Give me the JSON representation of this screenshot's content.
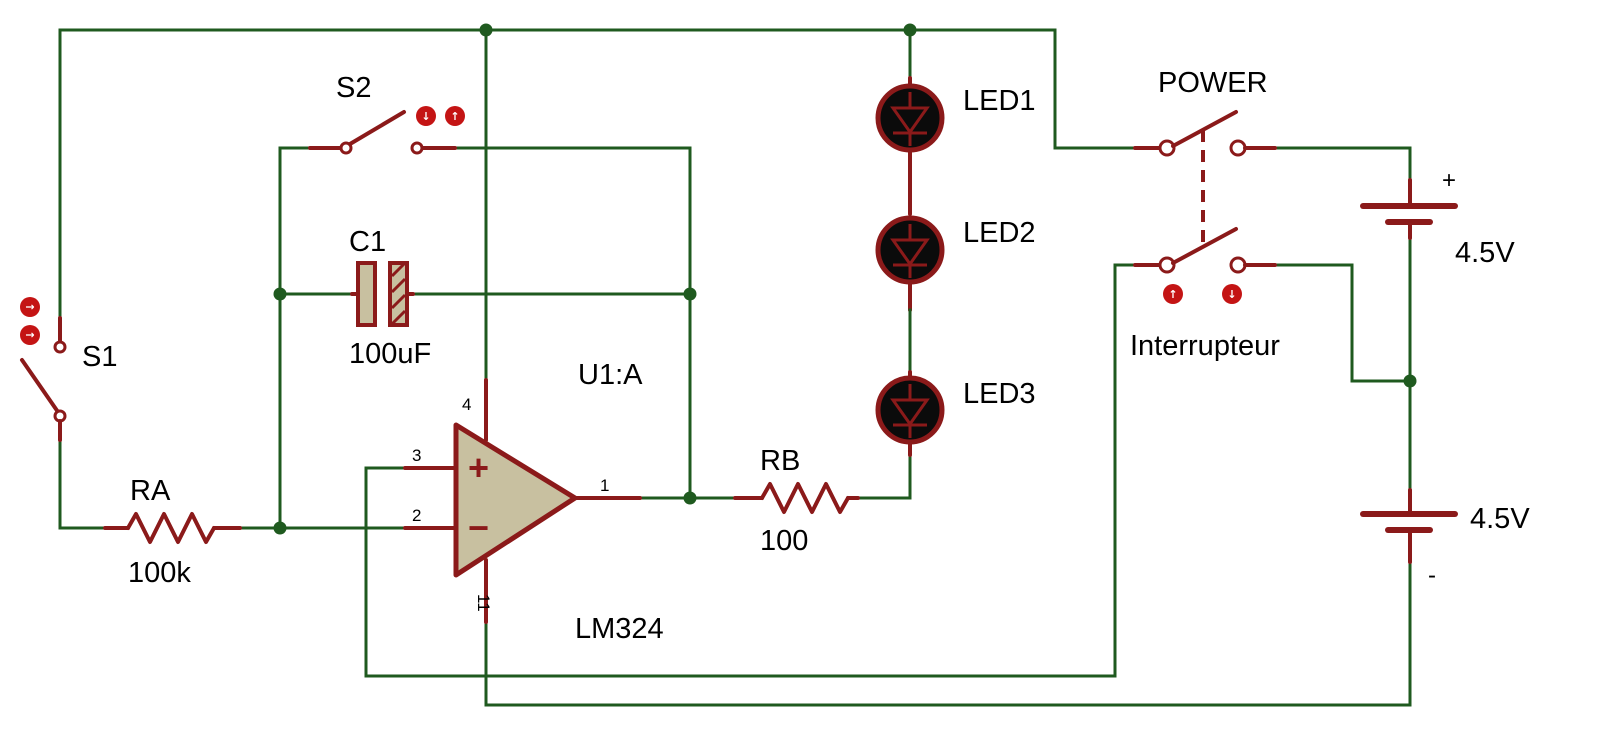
{
  "components": {
    "s1": {
      "label": "S1"
    },
    "s2": {
      "label": "S2"
    },
    "c1": {
      "label": "C1",
      "value": "100uF"
    },
    "ra": {
      "label": "RA",
      "value": "100k"
    },
    "rb": {
      "label": "RB",
      "value": "100"
    },
    "u1": {
      "label": "U1:A",
      "part": "LM324",
      "pins": {
        "plus": "3",
        "minus": "2",
        "out": "1",
        "vpos": "4",
        "vneg": "11"
      },
      "plus_sign": "+",
      "minus_sign": "−"
    },
    "leds": [
      "LED1",
      "LED2",
      "LED3"
    ],
    "power_switch": {
      "label": "POWER",
      "sublabel": "Interrupteur"
    },
    "battery_top": {
      "voltage": "4.5V",
      "polarity": "+"
    },
    "battery_bottom": {
      "voltage": "4.5V",
      "polarity": "-"
    }
  },
  "colors": {
    "wire": "#1f5a1f",
    "component": "#8b1a1a",
    "opamp_fill": "#c8c0a0",
    "led_fill": "#0b0b0b",
    "button": "#c41414"
  },
  "icons": {
    "switch_down": "arrow-down-button-icon",
    "switch_up": "arrow-up-button-icon"
  }
}
